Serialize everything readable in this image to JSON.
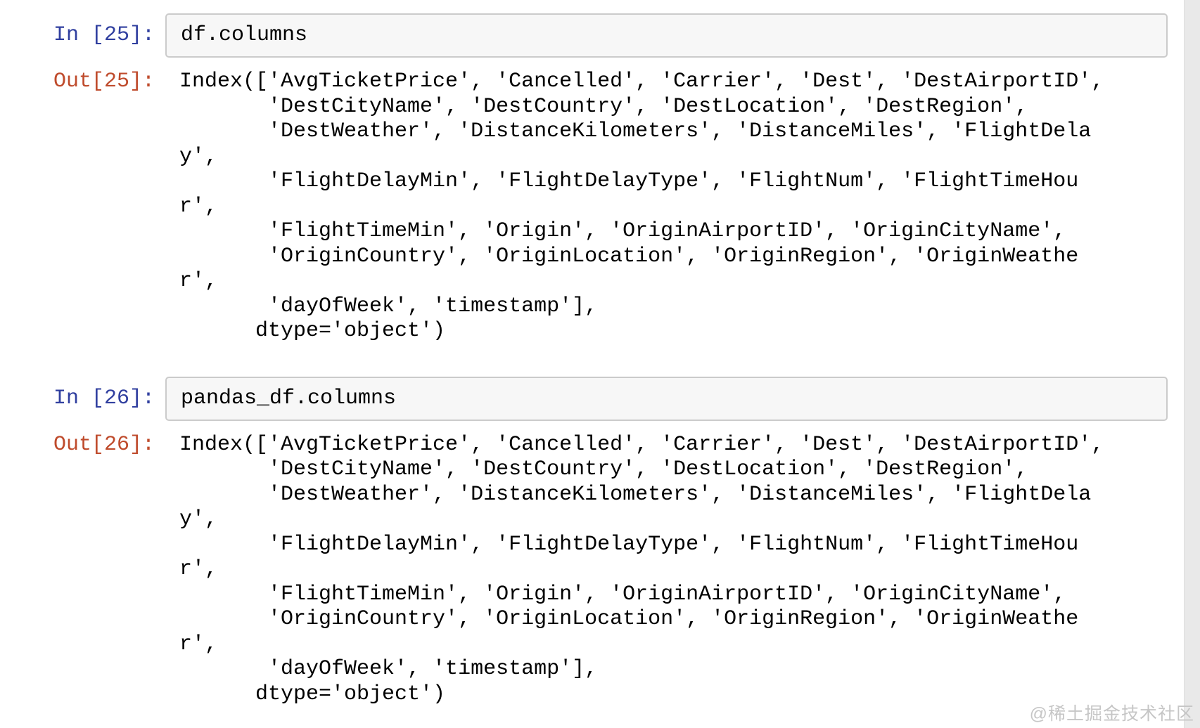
{
  "watermark": "@稀土掘金技术社区",
  "colors": {
    "in_prompt": "#303f9f",
    "out_prompt": "#bf4b2c",
    "code_cell_background": "#f7f7f7",
    "code_cell_border": "#cbcbcb",
    "text": "#000000",
    "right_gutter": "#e9e9e9",
    "watermark": "#c6c6c6"
  },
  "cells": [
    {
      "in_prompt": "In [25]:",
      "source": "df.columns",
      "out_prompt": "Out[25]:",
      "output_lines": [
        "Index(['AvgTicketPrice', 'Cancelled', 'Carrier', 'Dest', 'DestAirportID',",
        "       'DestCityName', 'DestCountry', 'DestLocation', 'DestRegion',",
        "       'DestWeather', 'DistanceKilometers', 'DistanceMiles', 'FlightDela",
        "y',",
        "       'FlightDelayMin', 'FlightDelayType', 'FlightNum', 'FlightTimeHou",
        "r',",
        "       'FlightTimeMin', 'Origin', 'OriginAirportID', 'OriginCityName',",
        "       'OriginCountry', 'OriginLocation', 'OriginRegion', 'OriginWeathe",
        "r',",
        "       'dayOfWeek', 'timestamp'],",
        "      dtype='object')"
      ]
    },
    {
      "in_prompt": "In [26]:",
      "source": "pandas_df.columns",
      "out_prompt": "Out[26]:",
      "output_lines": [
        "Index(['AvgTicketPrice', 'Cancelled', 'Carrier', 'Dest', 'DestAirportID',",
        "       'DestCityName', 'DestCountry', 'DestLocation', 'DestRegion',",
        "       'DestWeather', 'DistanceKilometers', 'DistanceMiles', 'FlightDela",
        "y',",
        "       'FlightDelayMin', 'FlightDelayType', 'FlightNum', 'FlightTimeHou",
        "r',",
        "       'FlightTimeMin', 'Origin', 'OriginAirportID', 'OriginCityName',",
        "       'OriginCountry', 'OriginLocation', 'OriginRegion', 'OriginWeathe",
        "r',",
        "       'dayOfWeek', 'timestamp'],",
        "      dtype='object')"
      ]
    }
  ]
}
